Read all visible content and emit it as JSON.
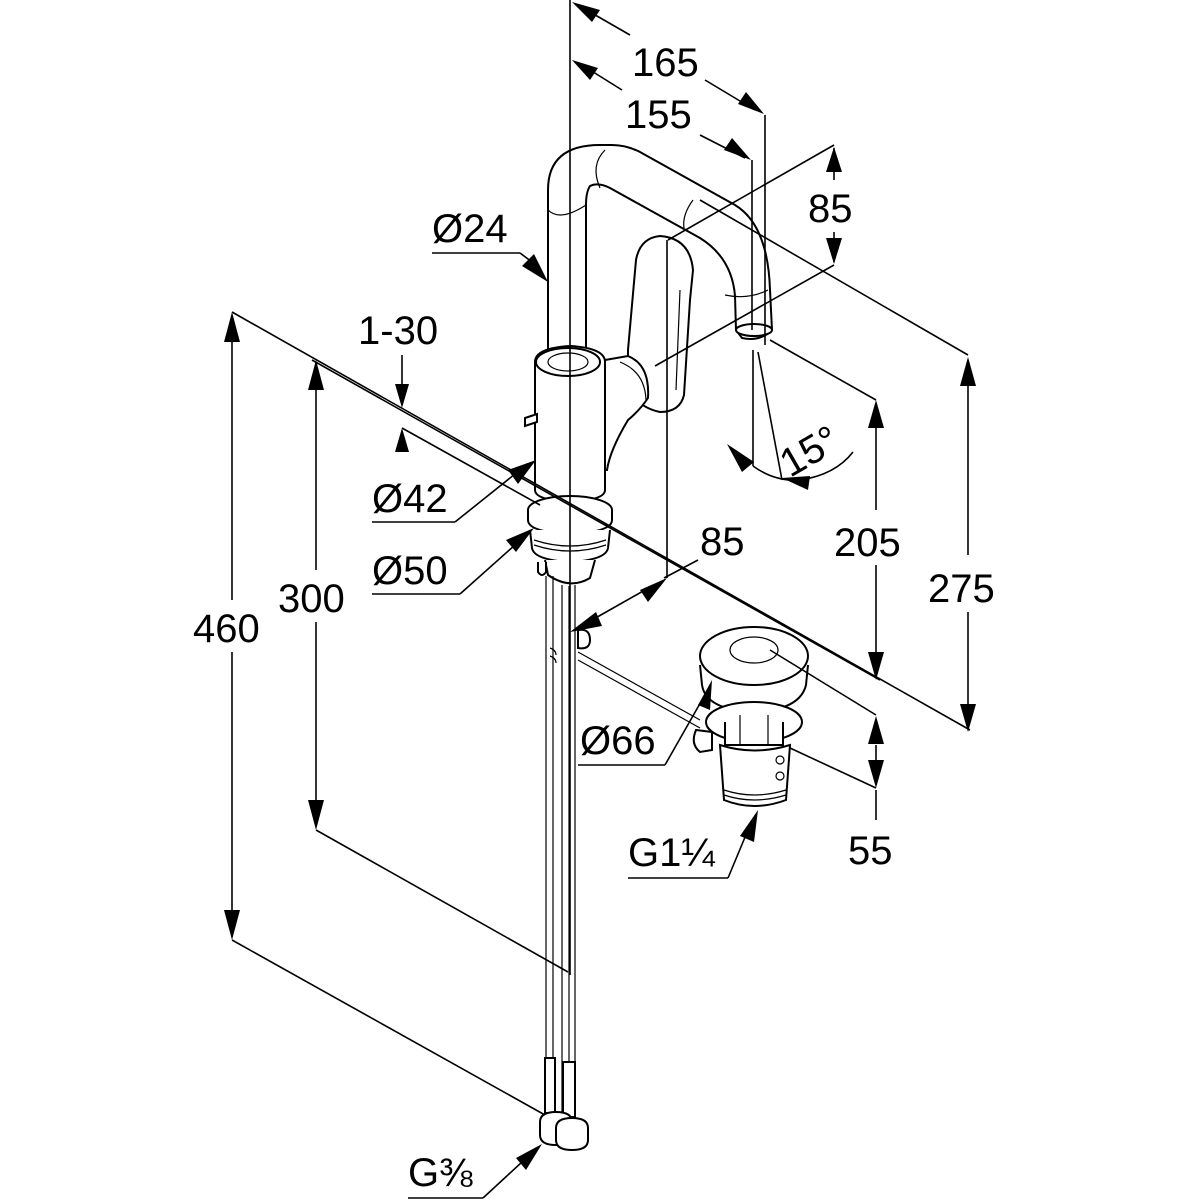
{
  "drawing": {
    "title": "Basin mixer dimension drawing",
    "unit": "mm",
    "labels": {
      "d165": "165",
      "d155": "155",
      "d85_top": "85",
      "d24": "Ø24",
      "d1_30": "1-30",
      "d42": "Ø42",
      "d50": "Ø50",
      "d460": "460",
      "d300": "300",
      "angle15": "15°",
      "d85_mid": "85",
      "d205": "205",
      "d275": "275",
      "d66": "Ø66",
      "g114_main": "G1",
      "g114_frac": "¼",
      "d55": "55",
      "g38_main": "G",
      "g38_frac": "⅜"
    }
  }
}
